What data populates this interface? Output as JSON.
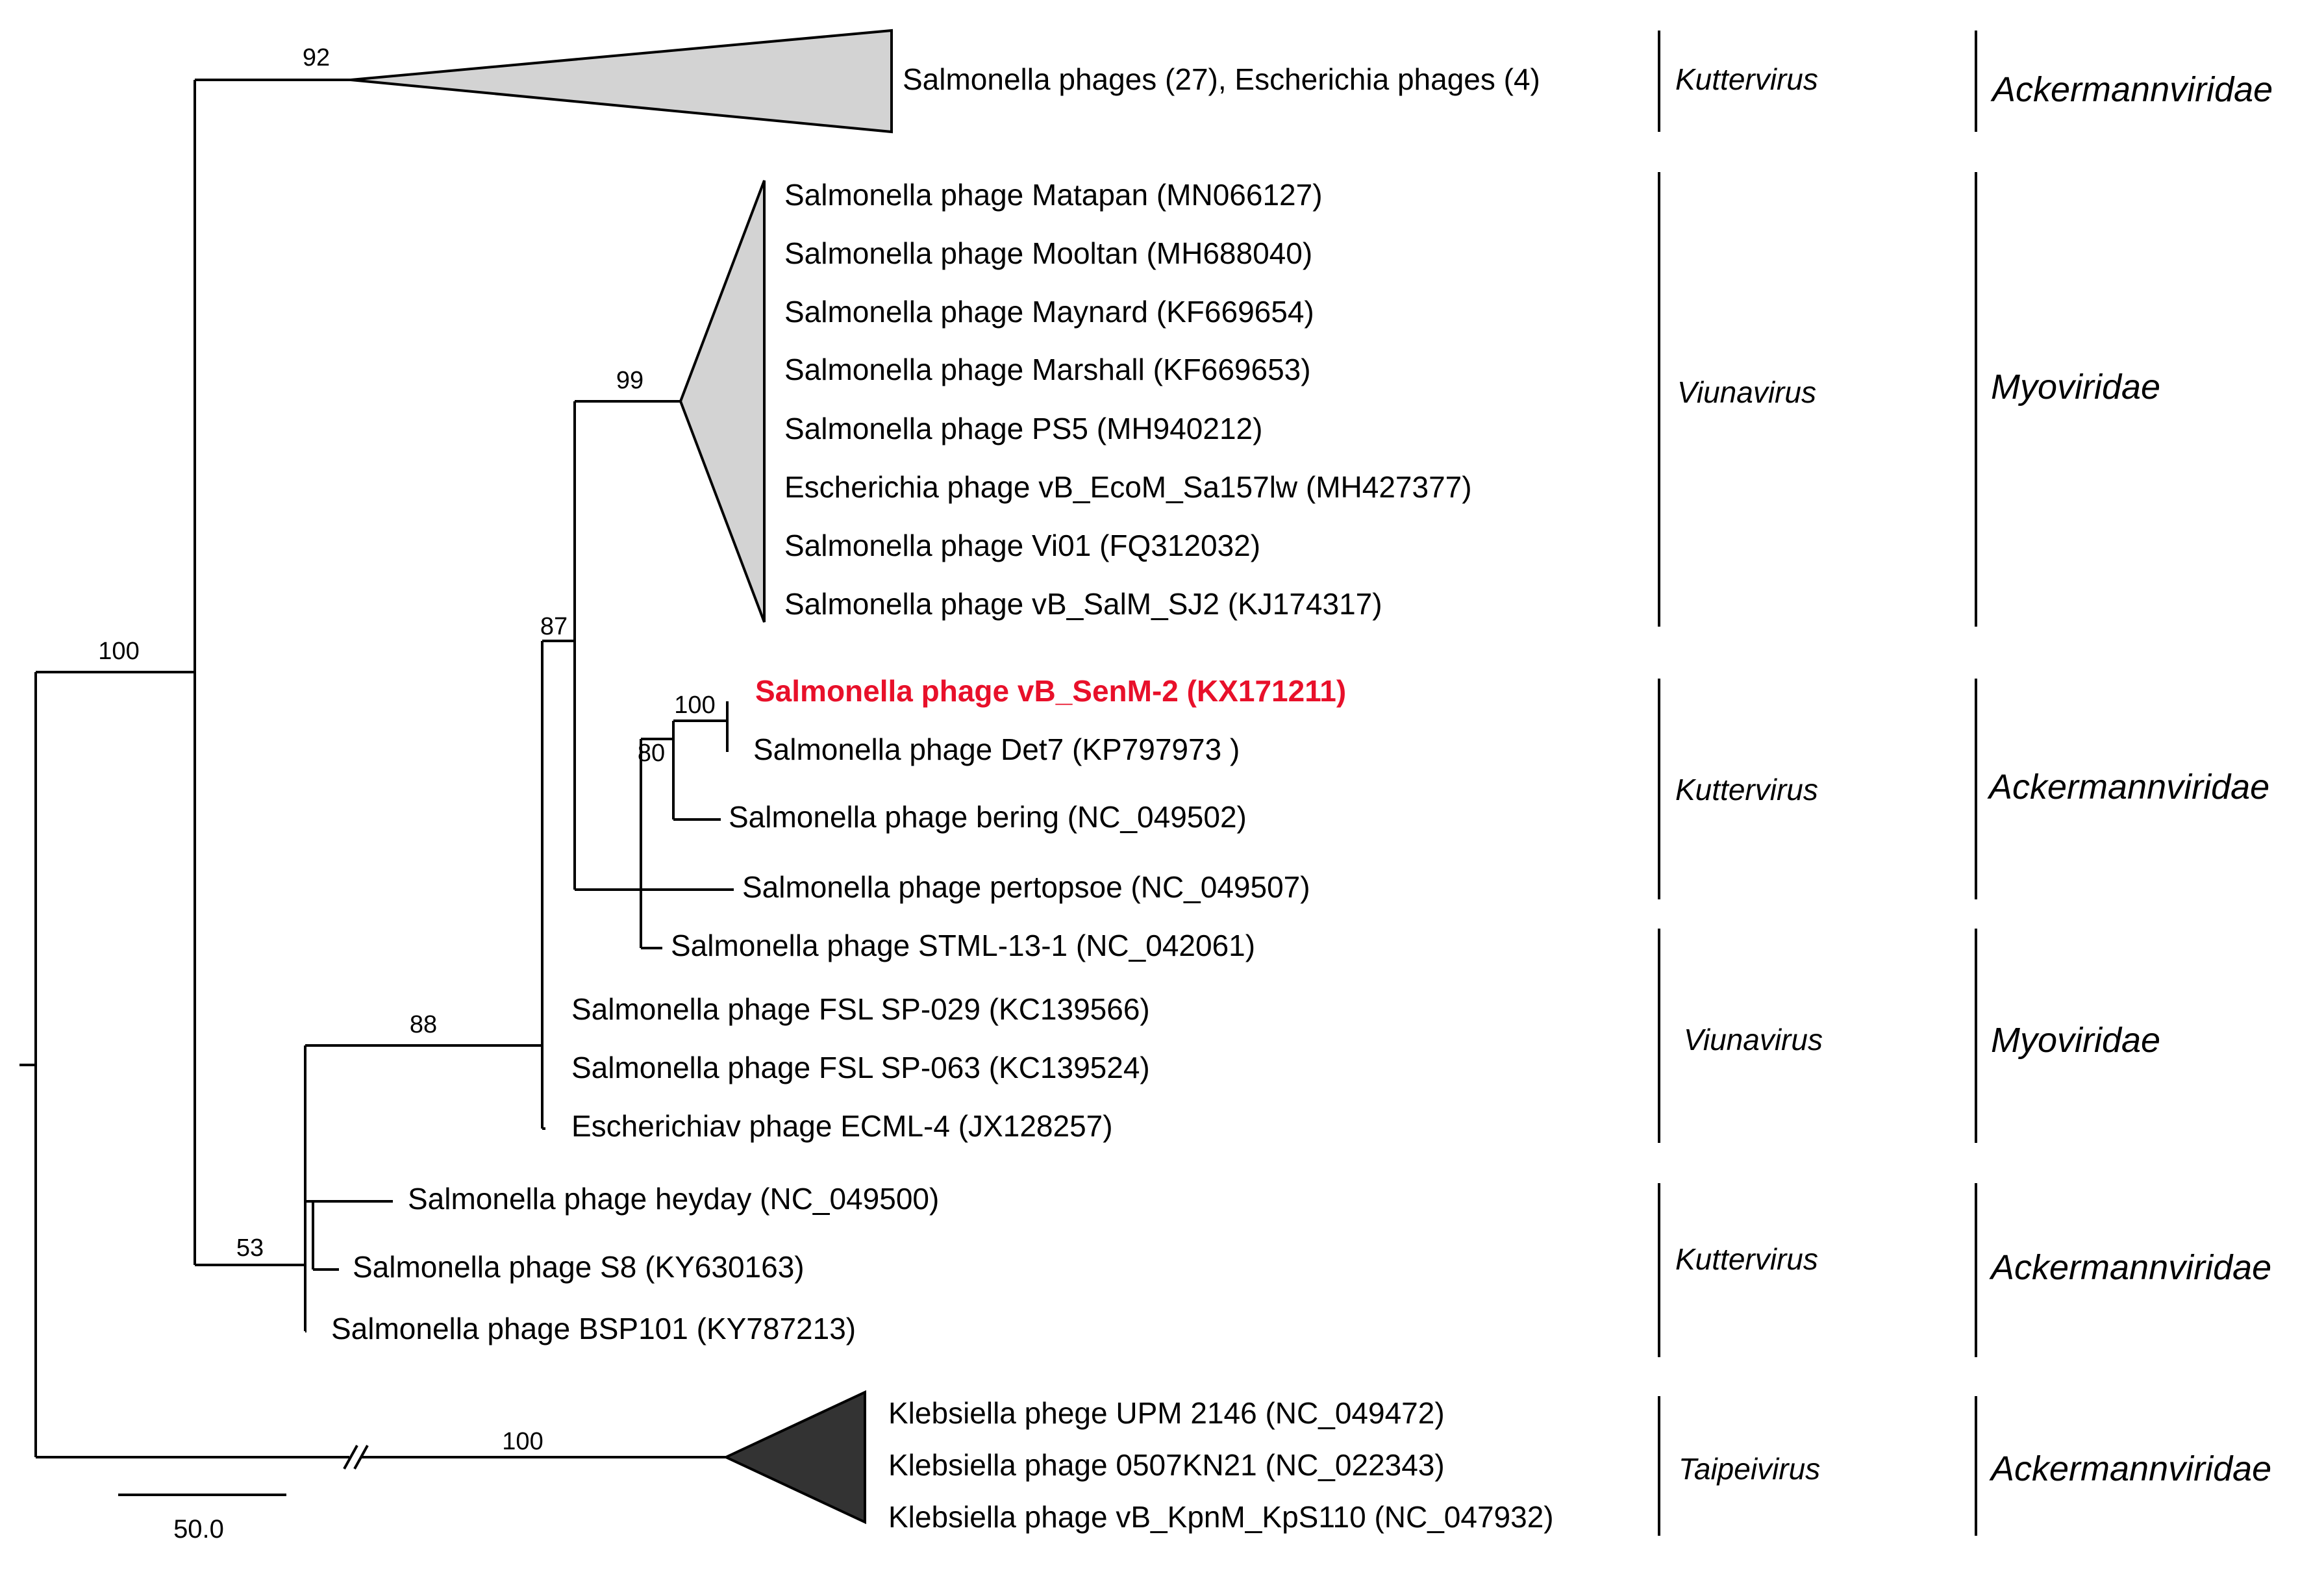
{
  "colors": {
    "highlight": "#e8102a",
    "collapsed_light": "#d3d3d3",
    "collapsed_dark": "#333333",
    "line": "#000000"
  },
  "bootstrap": {
    "root_upper": "100",
    "kuttervirus_top": "92",
    "node_88": "88",
    "node_87": "87",
    "viunavirus_clade": "99",
    "node_80": "80",
    "senm2_det7": "100",
    "node_53": "53",
    "taipeivirus": "100"
  },
  "leaves": {
    "kuttervirus_top": "Salmonella phages (27), Escherichia phages (4)",
    "viuna_clade": [
      "Salmonella phage Matapan (MN066127)",
      "Salmonella phage Mooltan (MH688040)",
      "Salmonella phage Maynard (KF669654)",
      "Salmonella phage Marshall (KF669653)",
      "Salmonella phage PS5 (MH940212)",
      "Escherichia phage vB_EcoM_Sa157lw (MH427377)",
      "Salmonella phage Vi01 (FQ312032)",
      "Salmonella phage vB_SalM_SJ2 (KJ174317)"
    ],
    "senm2": "Salmonella phage vB_SenM-2 (KX171211)",
    "det7": "Salmonella phage Det7 (KP797973 )",
    "bering": "Salmonella phage bering (NC_049502)",
    "pertopsoe": "Salmonella phage pertopsoe (NC_049507)",
    "stml": "Salmonella phage STML-13-1 (NC_042061)",
    "fsl029": "Salmonella phage FSL SP-029 (KC139566)",
    "fsl063": "Salmonella phage FSL SP-063 (KC139524)",
    "ecml4": "Escherichiav phage ECML-4 (JX128257)",
    "heyday": "Salmonella phage heyday (NC_049500)",
    "s8": "Salmonella phage S8 (KY630163)",
    "bsp101": "Salmonella phage BSP101 (KY787213)",
    "klebsiella": [
      "Klebsiella phege UPM 2146 (NC_049472)",
      "Klebsiella phage 0507KN21 (NC_022343)",
      "Klebsiella phage vB_KpnM_KpS110 (NC_047932)"
    ]
  },
  "groups": [
    {
      "genus": "Kuttervirus",
      "family": "Ackermannviridae"
    },
    {
      "genus": "Viunavirus",
      "family": "Myoviridae"
    },
    {
      "genus": "Kuttervirus",
      "family": "Ackermannviridae"
    },
    {
      "genus": "Viunavirus",
      "family": "Myoviridae"
    },
    {
      "genus": "Kuttervirus",
      "family": "Ackermannviridae"
    },
    {
      "genus": "Taipeivirus",
      "family": "Ackermannviridae"
    }
  ],
  "scale": {
    "label": "50.0"
  }
}
